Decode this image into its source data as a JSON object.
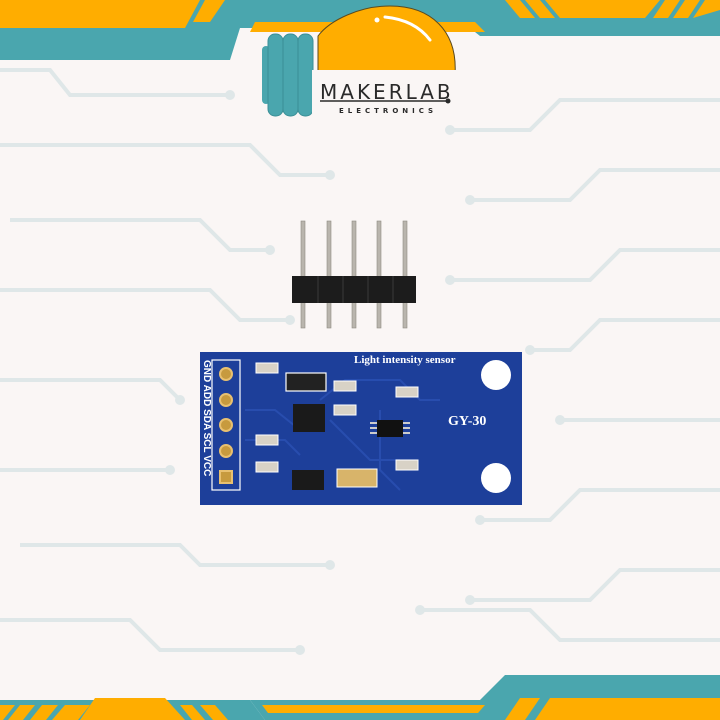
{
  "brand": {
    "name": "MAKERLAB",
    "tagline": "ELECTRONICS",
    "colors": {
      "teal": "#4aa6ae",
      "orange": "#ffad00",
      "background": "#faf6f5",
      "trace": "#dfe7e8"
    }
  },
  "product": {
    "title": "Light intensity sensor",
    "model": "GY-30",
    "board_color": "#1d3f9a",
    "pins": [
      "GND",
      "ADD",
      "SDA",
      "SCL",
      "VCC"
    ],
    "header_pin_count": 5
  }
}
